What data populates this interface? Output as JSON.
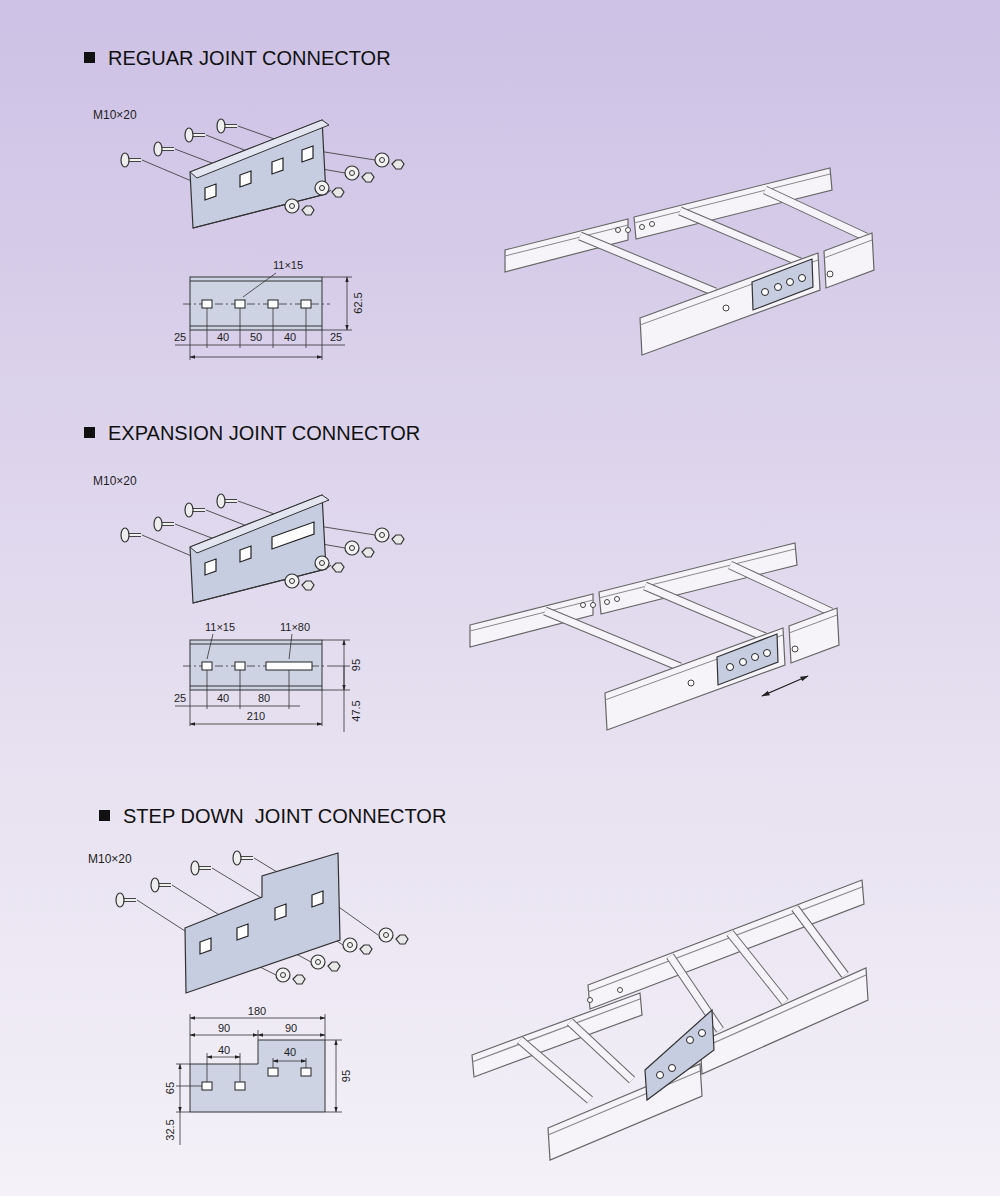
{
  "diagram": {
    "labels": [
      "REGUAR JOINT CONNECTOR",
      "M10×20",
      "11×15",
      "62.5",
      "25",
      "40",
      "50",
      "40",
      "25",
      "EXPANSION JOINT CONNECTOR",
      "M10×20",
      "11×15",
      "11×80",
      "95",
      "25",
      "40",
      "80",
      "210",
      "47.5",
      "STEP DOWN  JOINT CONNECTOR",
      "M10×20",
      "180",
      "90",
      "90",
      "40",
      "40",
      "65",
      "95",
      "32.5"
    ]
  }
}
